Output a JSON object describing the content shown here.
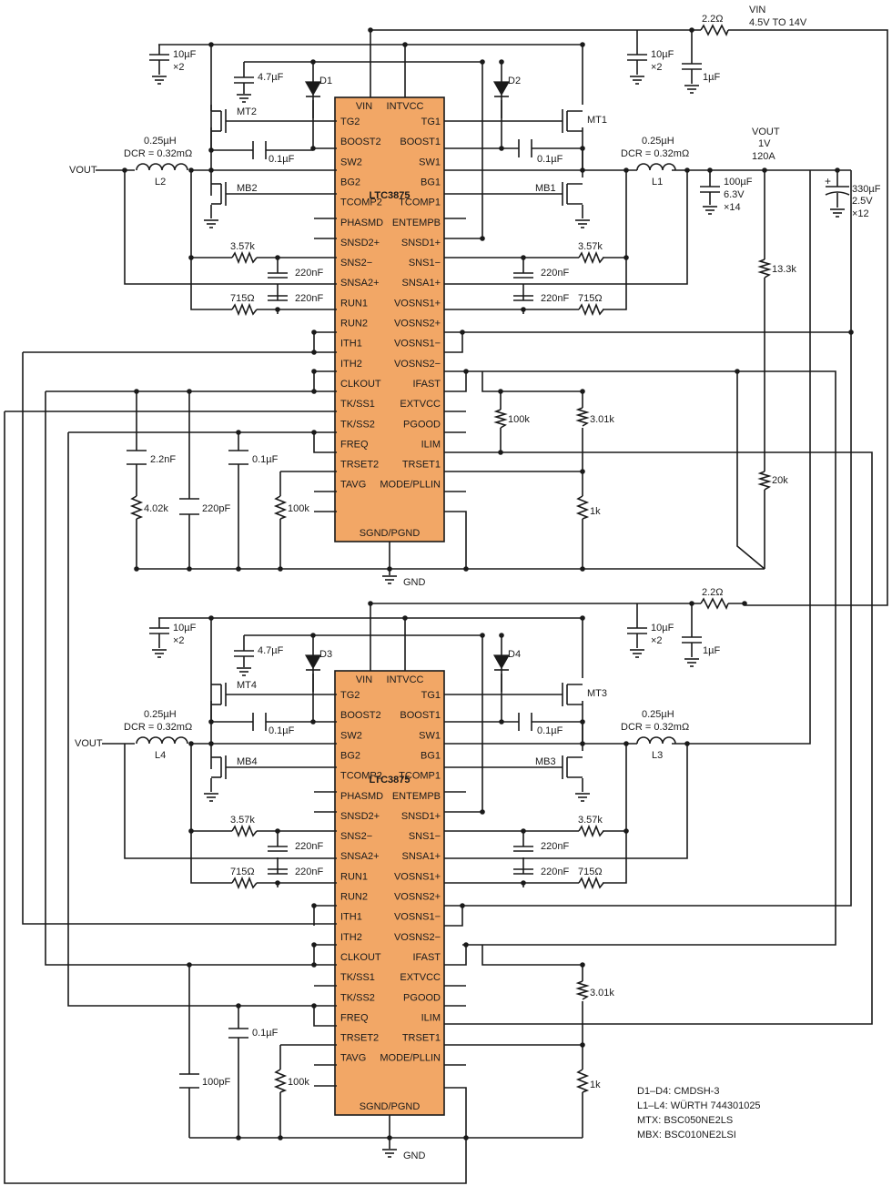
{
  "chip_a": {
    "part": "LTC3875",
    "left_pins": [
      "TG2",
      "BOOST2",
      "SW2",
      "BG2",
      "TCOMP2",
      "PHASMD",
      "SNSD2+",
      "SNS2−",
      "SNSA2+",
      "RUN1",
      "RUN2",
      "ITH1",
      "ITH2",
      "CLKOUT",
      "TK/SS1",
      "TK/SS2",
      "FREQ",
      "TRSET2",
      "TAVG"
    ],
    "right_pins": [
      "TG1",
      "BOOST1",
      "SW1",
      "BG1",
      "TCOMP1",
      "ENTEMPB",
      "SNSD1+",
      "SNS1−",
      "SNSA1+",
      "VOSNS1+",
      "VOSNS2+",
      "VOSNS1−",
      "VOSNS2−",
      "IFAST",
      "EXTVCC",
      "PGOOD",
      "ILIM",
      "TRSET1",
      "MODE/PLLIN"
    ],
    "top_left": "VIN",
    "top_right": "INTVCC",
    "bottom": "SGND/PGND"
  },
  "chip_b": {
    "part": "LTC3875",
    "left_pins": [
      "TG2",
      "BOOST2",
      "SW2",
      "BG2",
      "TCOMP2",
      "PHASMD",
      "SNSD2+",
      "SNS2−",
      "SNSA2+",
      "RUN1",
      "RUN2",
      "ITH1",
      "ITH2",
      "CLKOUT",
      "TK/SS1",
      "TK/SS2",
      "FREQ",
      "TRSET2",
      "TAVG"
    ],
    "right_pins": [
      "TG1",
      "BOOST1",
      "SW1",
      "BG1",
      "TCOMP1",
      "ENTEMPB",
      "SNSD1+",
      "SNS1−",
      "SNSA1+",
      "VOSNS1+",
      "VOSNS2+",
      "VOSNS1−",
      "VOSNS2−",
      "IFAST",
      "EXTVCC",
      "PGOOD",
      "ILIM",
      "TRSET1",
      "MODE/PLLIN"
    ],
    "top_left": "VIN",
    "top_right": "INTVCC",
    "bottom": "SGND/PGND"
  },
  "labels_a": {
    "vin": "VIN",
    "vin_range": "4.5V TO 14V",
    "r_in": "2.2Ω",
    "cin_left": "10µF",
    "cin_left_n": "×2",
    "cin_right": "10µF",
    "cin_right_n": "×2",
    "c_1u": "1µF",
    "c_intvcc": "4.7µF",
    "d1": "D1",
    "d2": "D2",
    "mt2": "MT2",
    "mt1": "MT1",
    "mb2": "MB2",
    "mb1": "MB1",
    "cb2": "0.1µF",
    "cb1": "0.1µF",
    "l2_val": "0.25µH",
    "l2_dcr": "DCR = 0.32mΩ",
    "l2": "L2",
    "l1_val": "0.25µH",
    "l1_dcr": "DCR = 0.32mΩ",
    "l1": "L1",
    "vout_left": "VOUT",
    "vout": "VOUT",
    "vout_v": "1V",
    "vout_i": "120A",
    "cout1": "100µF",
    "cout1_v": "6.3V",
    "cout1_n": "×14",
    "cout2": "330µF",
    "cout2_v": "2.5V",
    "cout2_n": "×12",
    "r357_l": "3.57k",
    "r357_r": "3.57k",
    "c220_l1": "220nF",
    "c220_l2": "220nF",
    "c220_r1": "220nF",
    "c220_r2": "220nF",
    "r715_l": "715Ω",
    "r715_r": "715Ω",
    "r133": "13.3k",
    "r20k": "20k",
    "r100k_pg": "100k",
    "r301": "3.01k",
    "r1k": "1k",
    "c22n": "2.2nF",
    "r402": "4.02k",
    "c220p": "220pF",
    "css": "0.1µF",
    "rfreq": "100k",
    "gnd": "GND"
  },
  "labels_b": {
    "r_in": "2.2Ω",
    "cin_left": "10µF",
    "cin_left_n": "×2",
    "cin_right": "10µF",
    "cin_right_n": "×2",
    "c_1u": "1µF",
    "c_intvcc": "4.7µF",
    "d3": "D3",
    "d4": "D4",
    "mt4": "MT4",
    "mt3": "MT3",
    "mb4": "MB4",
    "mb3": "MB3",
    "cb2": "0.1µF",
    "cb1": "0.1µF",
    "l4_val": "0.25µH",
    "l4_dcr": "DCR = 0.32mΩ",
    "l4": "L4",
    "l3_val": "0.25µH",
    "l3_dcr": "DCR = 0.32mΩ",
    "l3": "L3",
    "vout_left": "VOUT",
    "r357_l": "3.57k",
    "r357_r": "3.57k",
    "c220_l1": "220nF",
    "c220_l2": "220nF",
    "c220_r1": "220nF",
    "c220_r2": "220nF",
    "r715_l": "715Ω",
    "r715_r": "715Ω",
    "r301": "3.01k",
    "r1k": "1k",
    "css": "0.1µF",
    "c100p": "100pF",
    "rfreq": "100k",
    "gnd": "GND"
  },
  "notes": [
    "D1–D4: CMDSH-3",
    "L1–L4: WÜRTH 744301025",
    "MTX: BSC050NE2LS",
    "MBX: BSC010NE2LSI"
  ]
}
